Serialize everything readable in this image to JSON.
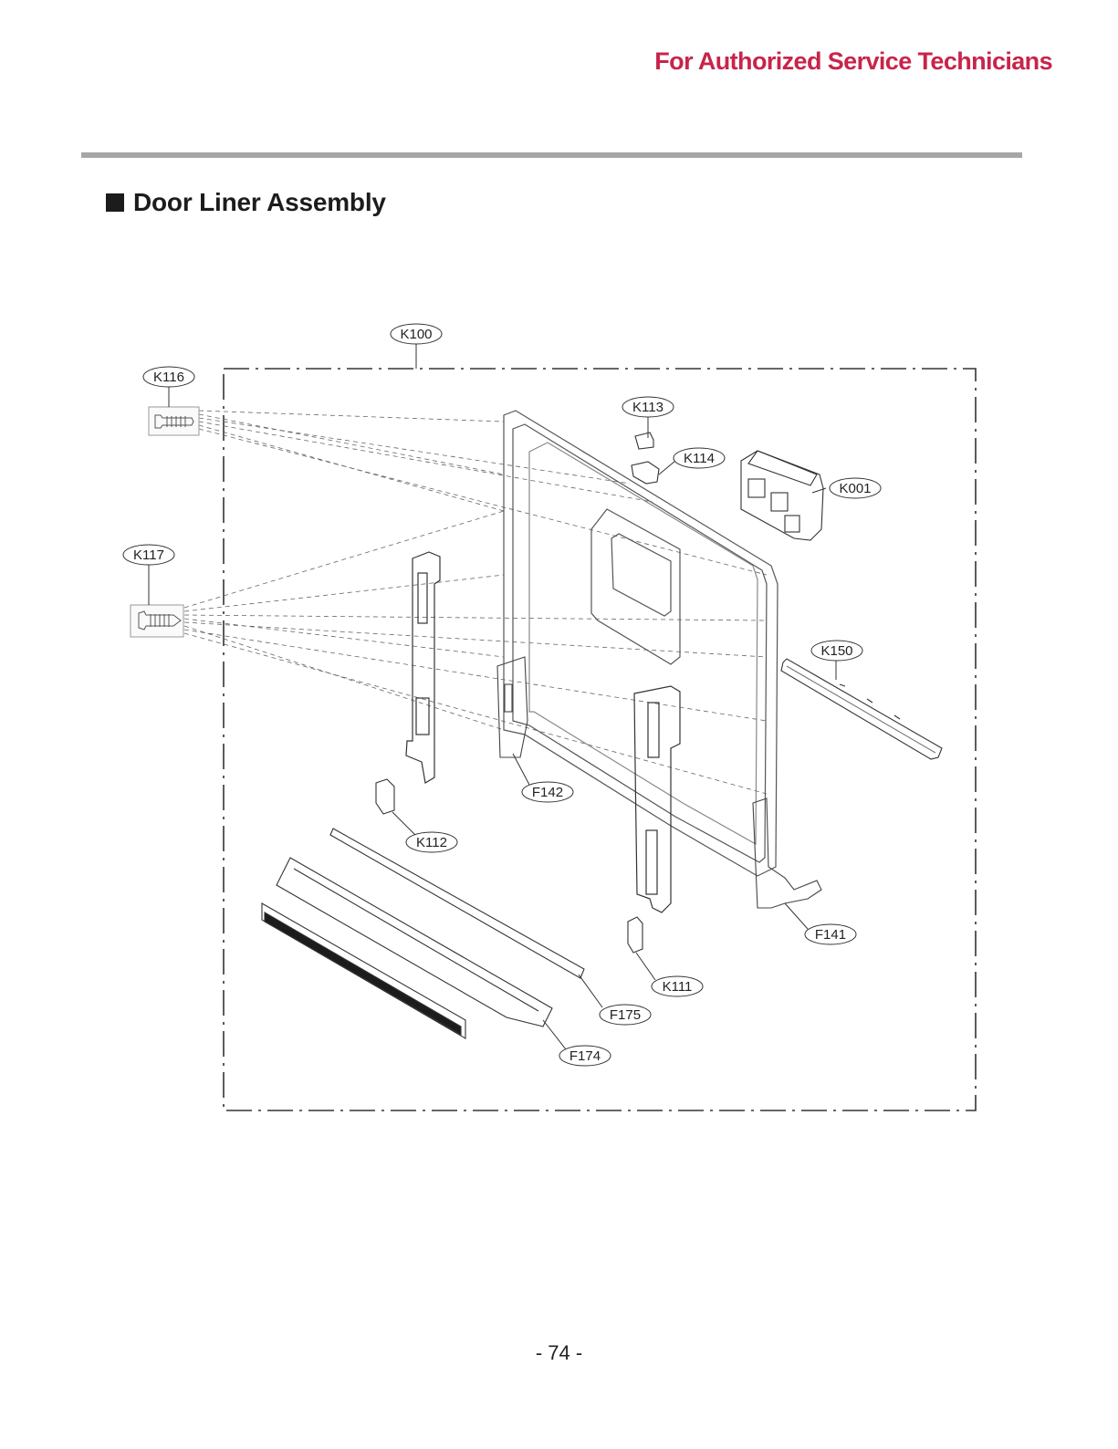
{
  "header": {
    "note": "For Authorized Service Technicians",
    "note_color": "#c8244a"
  },
  "section": {
    "title": "Door Liner Assembly"
  },
  "diagram": {
    "callouts": {
      "k100": "K100",
      "k116": "K116",
      "k117": "K117",
      "k113": "K113",
      "k114": "K114",
      "k001": "K001",
      "k150": "K150",
      "f142": "F142",
      "k112": "K112",
      "f141": "F141",
      "k111": "K111",
      "f175": "F175",
      "f174": "F174"
    }
  },
  "footer": {
    "page_number": "- 74 -"
  }
}
